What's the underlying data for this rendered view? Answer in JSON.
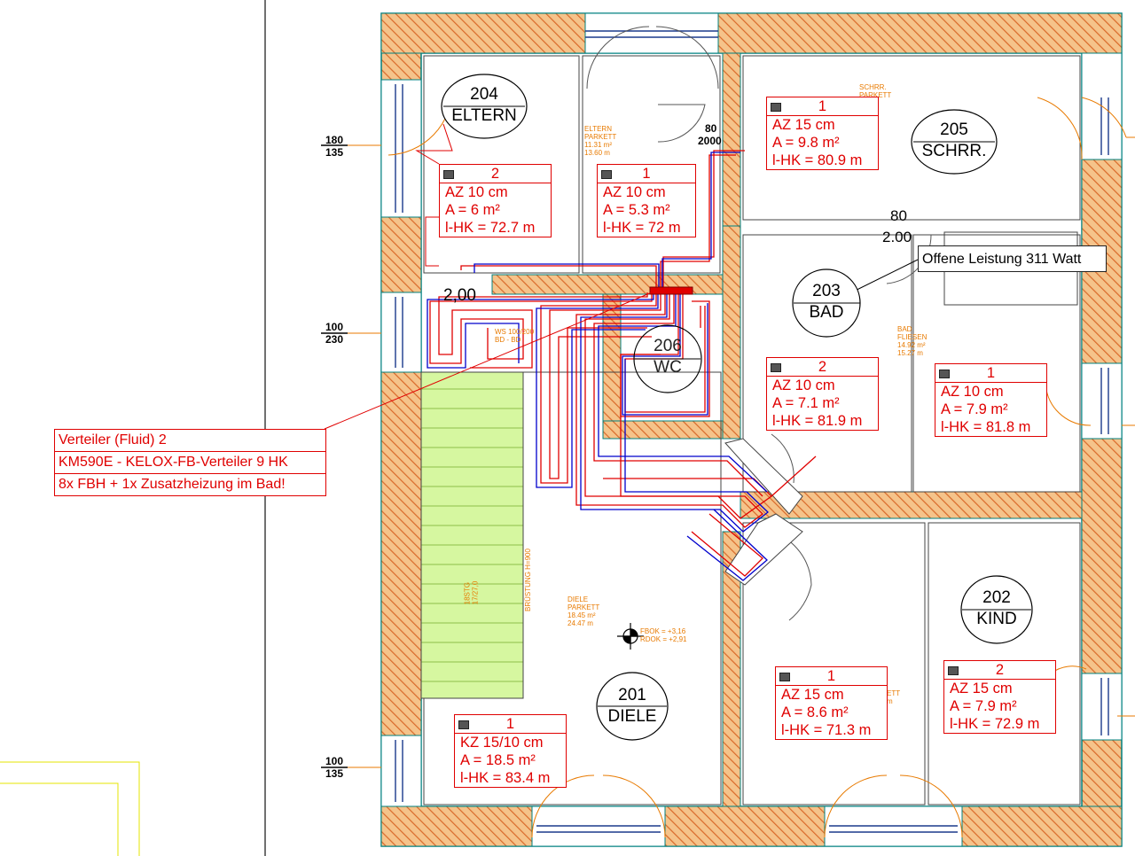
{
  "tooltip": {
    "text": "Offene Leistung 311 Watt"
  },
  "verteiler": {
    "line1": "Verteiler (Fluid) 2",
    "line2": "KM590E - KELOX-FB-Verteiler 9 HK",
    "line3": "8x FBH + 1x Zusatzheizung im Bad!"
  },
  "rooms": [
    {
      "num": "204",
      "name": "ELTERN"
    },
    {
      "num": "205",
      "name": "SCHRR."
    },
    {
      "num": "203",
      "name": "BAD"
    },
    {
      "num": "206",
      "name": "WC"
    },
    {
      "num": "201",
      "name": "DIELE"
    },
    {
      "num": "202",
      "name": "KIND"
    }
  ],
  "circuits": [
    {
      "id": "2",
      "az": "AZ 10 cm",
      "a": "A = 6 m²",
      "l": "l-HK = 72.7 m"
    },
    {
      "id": "1",
      "az": "AZ 10 cm",
      "a": "A = 5.3 m²",
      "l": "l-HK = 72 m"
    },
    {
      "id": "1",
      "az": "AZ 15 cm",
      "a": "A = 9.8 m²",
      "l": "l-HK = 80.9 m"
    },
    {
      "id": "2",
      "az": "AZ 10 cm",
      "a": "A = 7.1 m²",
      "l": "l-HK = 81.9 m"
    },
    {
      "id": "1",
      "az": "AZ 10 cm",
      "a": "A = 7.9 m²",
      "l": "l-HK = 81.8 m"
    },
    {
      "id": "1",
      "az": "KZ 15/10 cm",
      "a": "A = 18.5 m²",
      "l": "l-HK = 83.4 m"
    },
    {
      "id": "1",
      "az": "AZ 15 cm",
      "a": "A = 8.6 m²",
      "l": "l-HK = 71.3 m"
    },
    {
      "id": "2",
      "az": "AZ 15 cm",
      "a": "A = 7.9 m²",
      "l": "l-HK = 72.9 m"
    }
  ],
  "dims": [
    {
      "top": "180",
      "bottom": "135"
    },
    {
      "top": "100",
      "bottom": "230"
    },
    {
      "top": "100",
      "bottom": "135"
    }
  ],
  "door_dims": {
    "d80": "80",
    "d200": "2.00",
    "d200b": "2,00",
    "d80b": "80",
    "d2000": "2000"
  },
  "small_labels": {
    "eltern": "ELTERN\nPARKETT\n11.31 m²\n13.60 m",
    "bad": "BAD\nFLIESEN\n14.92 m²\n15.27 m",
    "diele": "DIELE\nPARKETT\n18.45 m²\n24.47 m",
    "schrr": "SCHRR.\nPARKETT",
    "ws": "WS 100/200\nBD - BD",
    "fbok": "FBOK = +3,16\nRDOK = +2,91",
    "stairs": "18STG\n17/27,0",
    "stairs2": "BRÜSTUNG H=900",
    "kind": "ETT\nm"
  },
  "colors": {
    "wall_hatch": "#e8a24a",
    "annotation": "#e00000",
    "supply_pipe": "#e00000",
    "return_pipe": "#0000cc",
    "stairs": "#c8ef8a",
    "frame": "#008080"
  }
}
